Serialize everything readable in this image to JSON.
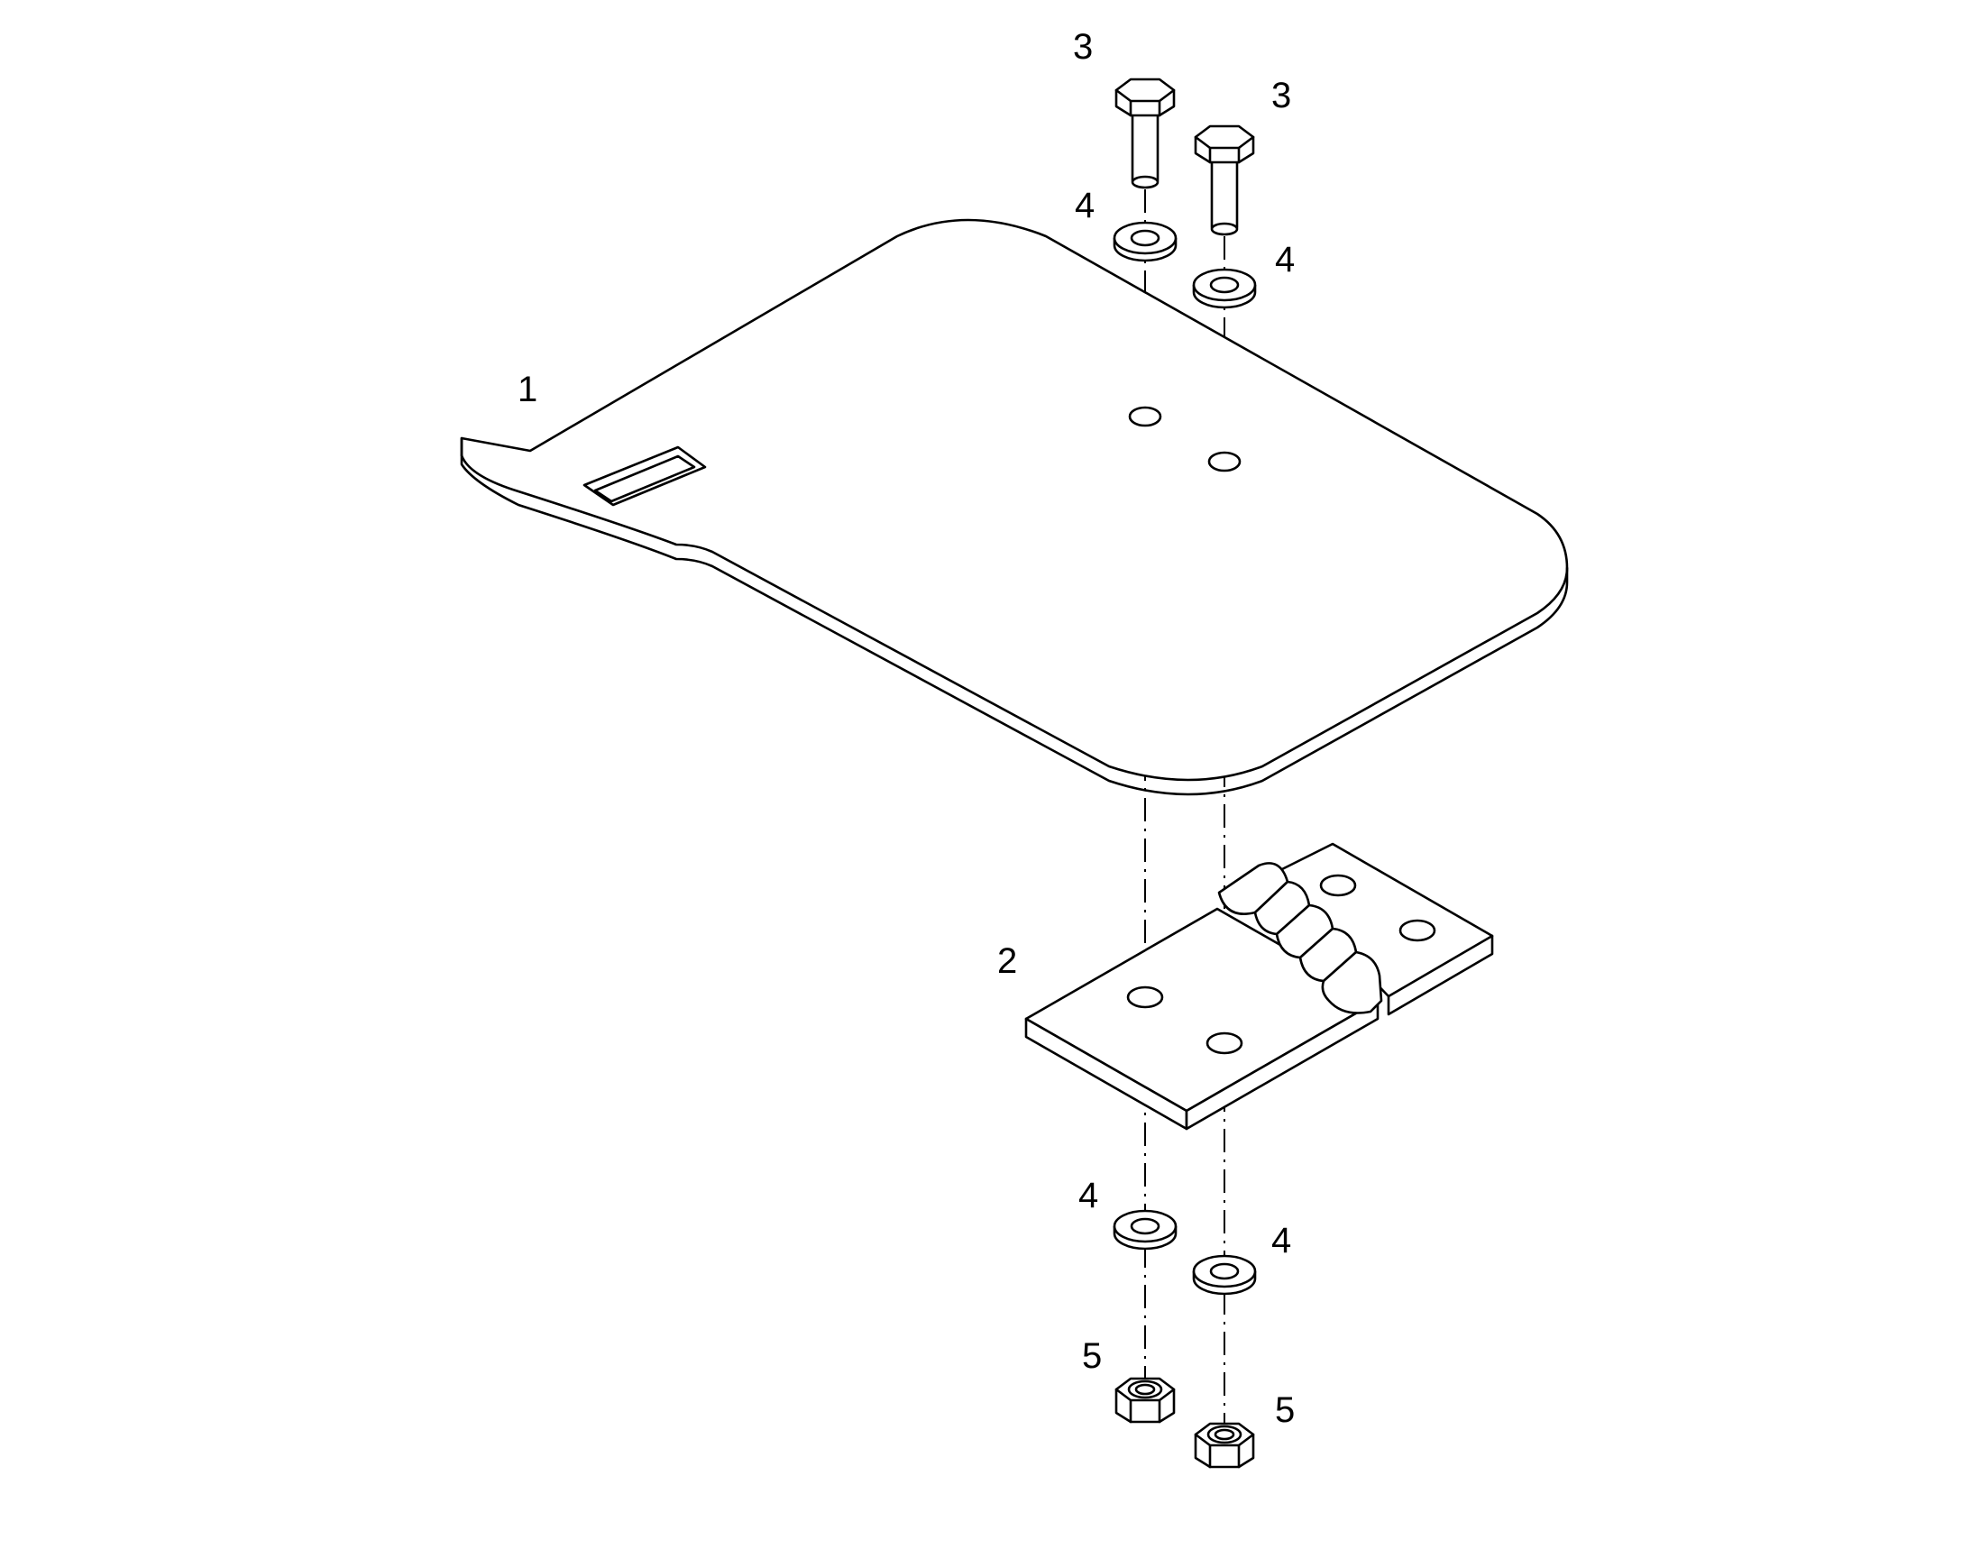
{
  "callouts": {
    "bolt_left": "3",
    "bolt_right": "3",
    "washer_top_left": "4",
    "washer_top_right": "4",
    "plate": "1",
    "hinge": "2",
    "washer_bottom_left": "4",
    "washer_bottom_right": "4",
    "nut_left": "5",
    "nut_right": "5"
  }
}
